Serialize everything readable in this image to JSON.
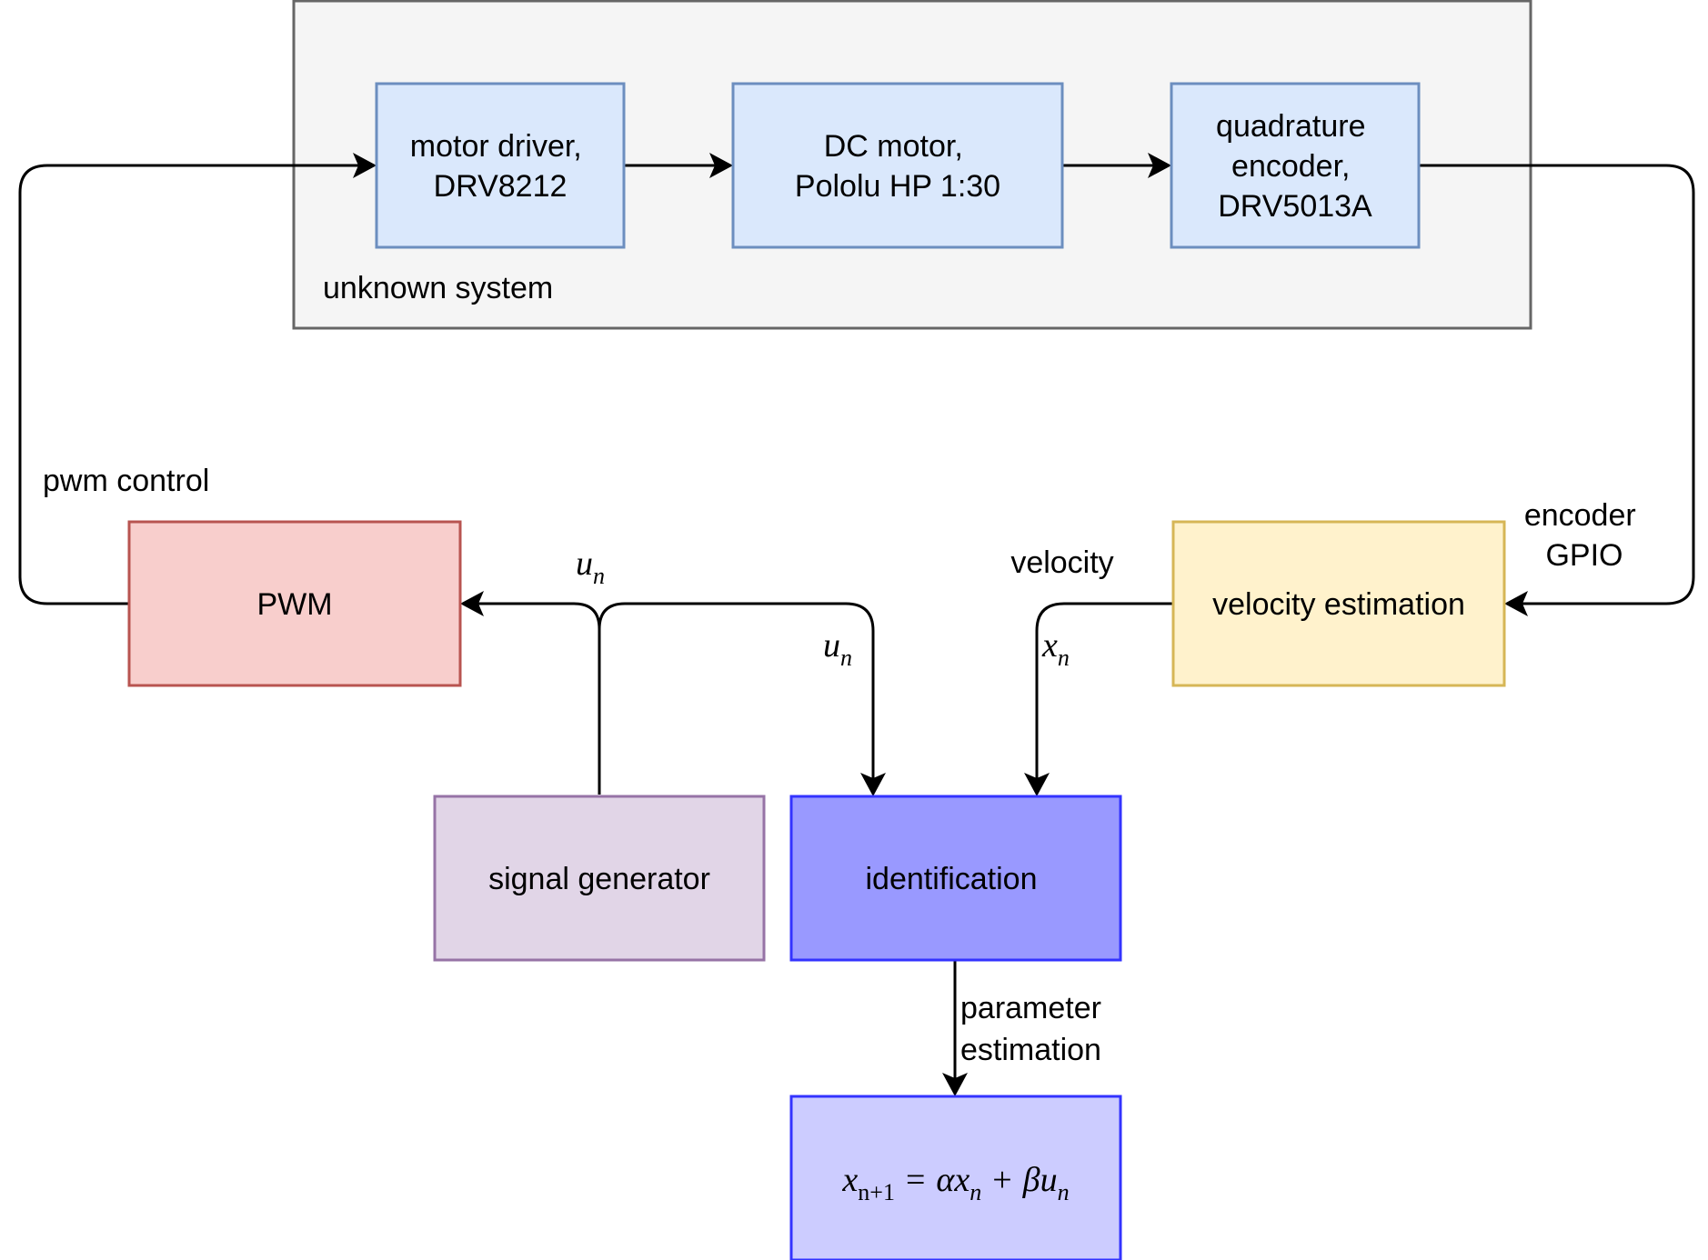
{
  "container": {
    "label": "unknown system",
    "fill": "#f5f5f5",
    "stroke": "#666666"
  },
  "nodes": {
    "motor_driver": {
      "lines": [
        "motor driver,",
        "DRV8212"
      ],
      "fill": "#dae8fc",
      "stroke": "#6c8ebf"
    },
    "dc_motor": {
      "lines": [
        "DC motor,",
        "Pololu HP 1:30"
      ],
      "fill": "#dae8fc",
      "stroke": "#6c8ebf"
    },
    "encoder": {
      "lines": [
        "quadrature",
        "encoder,",
        "DRV5013A"
      ],
      "fill": "#dae8fc",
      "stroke": "#6c8ebf"
    },
    "pwm": {
      "lines": [
        "PWM"
      ],
      "fill": "#f8cecc",
      "stroke": "#b85450"
    },
    "velocity_estimation": {
      "lines": [
        "velocity estimation"
      ],
      "fill": "#fff2cc",
      "stroke": "#d6b656"
    },
    "signal_generator": {
      "lines": [
        "signal generator"
      ],
      "fill": "#e1d5e7",
      "stroke": "#9673a6"
    },
    "identification": {
      "lines": [
        "identification"
      ],
      "fill": "#9999ff",
      "stroke": "#3333ff"
    },
    "model": {
      "fill": "#ccccff",
      "stroke": "#3333ff"
    }
  },
  "model_equation": {
    "lhs_var": "x",
    "lhs_sub": "n+1",
    "equals": "=",
    "alpha": "α",
    "x_var": "x",
    "x_sub": "n",
    "plus": "+",
    "beta": "β",
    "u_var": "u",
    "u_sub": "n"
  },
  "edge_labels": {
    "pwm_control": [
      "pwm control"
    ],
    "encoder_gpio": [
      "encoder",
      "GPIO"
    ],
    "velocity": [
      "velocity"
    ],
    "parameter_estimation": [
      "parameter",
      "estimation"
    ]
  },
  "math_labels": {
    "u_to_pwm": {
      "var": "u",
      "sub": "n"
    },
    "u_to_identification": {
      "var": "u",
      "sub": "n"
    },
    "x_to_identification": {
      "var": "x",
      "sub": "n"
    }
  }
}
